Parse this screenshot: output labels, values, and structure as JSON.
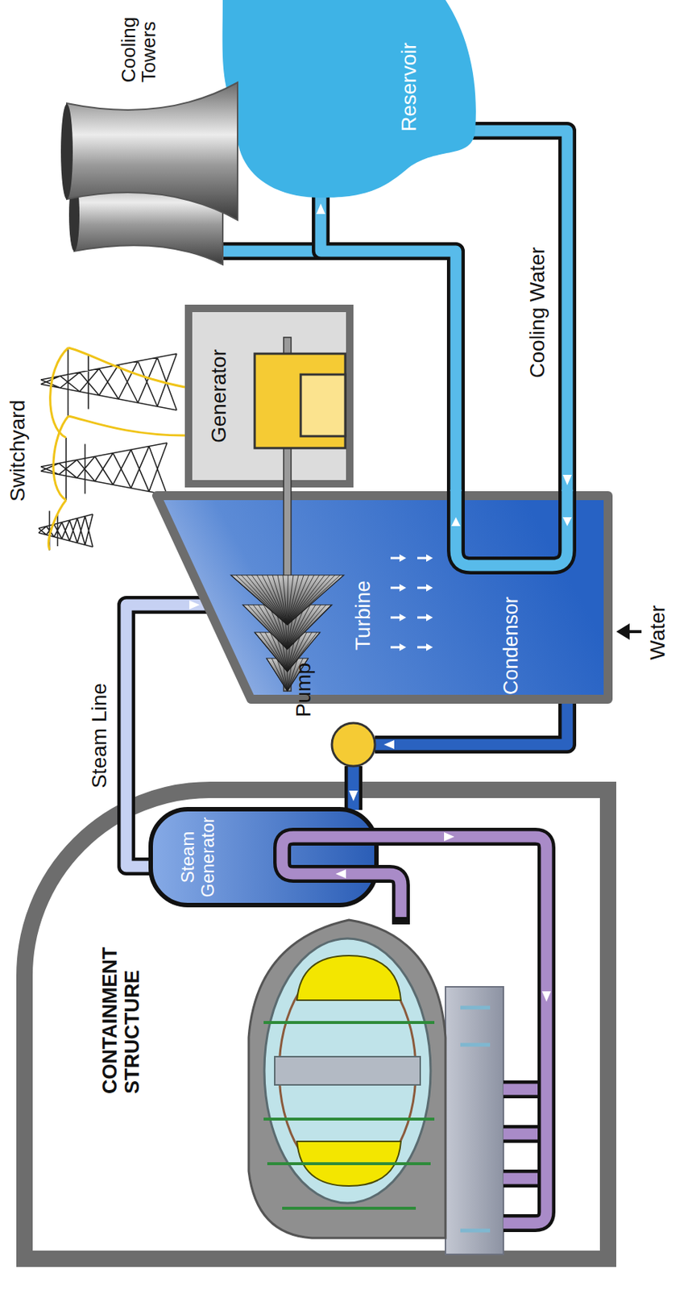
{
  "diagram": {
    "nodes": [
      {
        "text": [
          "CONTAINMENT STRUCTURE"
        ]
      },
      {
        "text": [
          "Steam Generator"
        ],
        "in": 0
      },
      {
        "text": [
          "Pump"
        ]
      },
      {
        "text": [
          "Turbine",
          "Condensor"
        ]
      },
      {
        "text": [
          "Generator"
        ]
      },
      {
        "text": [
          "Reservoir"
        ]
      }
    ],
    "edges": [
      {
        "from": 1,
        "to": 3,
        "arrow": "to",
        "label": "Steam Line"
      },
      {
        "from": 3,
        "to": 2,
        "arrow": "to"
      },
      {
        "from": 2,
        "to": 1,
        "arrow": "to"
      },
      {
        "from": 3,
        "to": 5,
        "arrow": "to"
      },
      {
        "from": 5,
        "to": 3,
        "arrow": "to",
        "label": "Cooling Water"
      }
    ],
    "labels": [
      "Switchyard",
      "Cooling Towers",
      "Water"
    ]
  }
}
